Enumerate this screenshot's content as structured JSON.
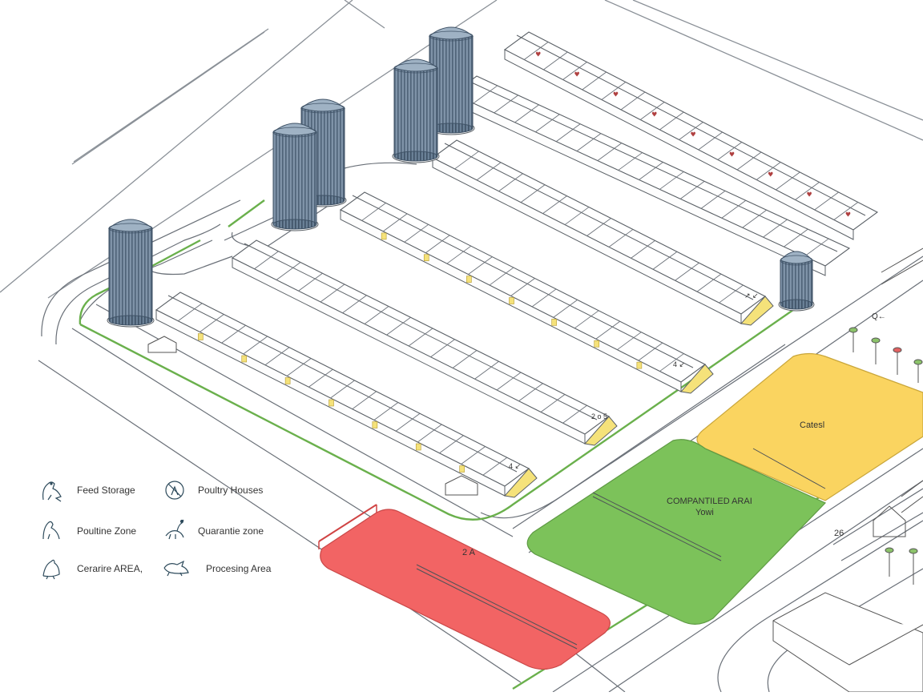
{
  "legend": {
    "items": [
      {
        "icon": "chicken-icon",
        "label": "Feed Storage"
      },
      {
        "icon": "no-entry-icon",
        "label": "Poultry Houses"
      },
      {
        "icon": "bird-icon",
        "label": "Poultine Zone"
      },
      {
        "icon": "rooster-icon",
        "label": "Quarantie zone"
      },
      {
        "icon": "bird-icon",
        "label": "Cerarire AREA,"
      },
      {
        "icon": "fox-icon",
        "label": "Procesing Area"
      }
    ]
  },
  "zones": {
    "red": {
      "label": "2 A",
      "color": "#f26464"
    },
    "green": {
      "label_line1": "COMPANTILED ARAI",
      "label_line2": "Yowi",
      "color": "#7cc25a"
    },
    "yellow": {
      "label": "Catesl",
      "color": "#fad460"
    }
  },
  "house_labels": [
    "↗ ↙",
    "4 ↙",
    "2 o 5",
    "4 ↙"
  ],
  "misc_labels": {
    "map_number": "26",
    "road_marker": "Q←"
  },
  "colors": {
    "line": "#6a7078",
    "silo": "#5d7389",
    "green_path": "#6ab04c",
    "house_door": "#f5e27a"
  }
}
